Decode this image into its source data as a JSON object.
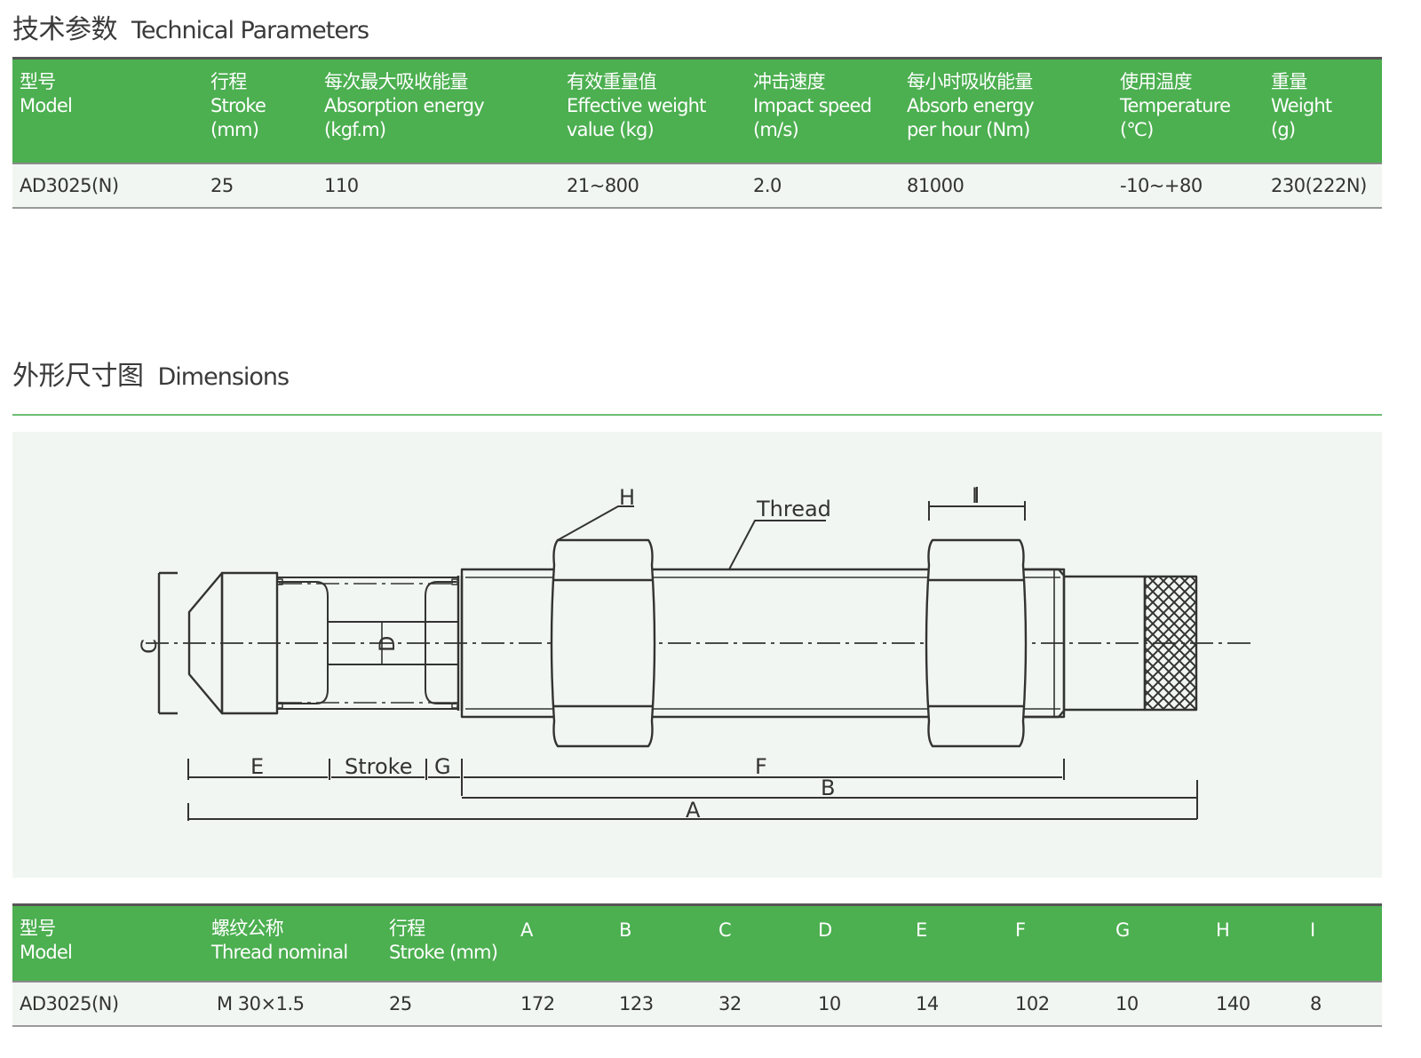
{
  "section1": {
    "title_cn": "技术参数",
    "title_en": "Technical Parameters"
  },
  "tech_table": {
    "headers": [
      {
        "cn": "型号",
        "en1": "Model",
        "en2": ""
      },
      {
        "cn": "行程",
        "en1": "Stroke",
        "en2": "(mm)"
      },
      {
        "cn": "每次最大吸收能量",
        "en1": "Absorption energy",
        "en2": "(kgf.m)"
      },
      {
        "cn": "有效重量值",
        "en1": "Effective weight",
        "en2": "value (kg)"
      },
      {
        "cn": "冲击速度",
        "en1": "Impact speed",
        "en2": "(m/s)"
      },
      {
        "cn": "每小时吸收能量",
        "en1": "Absorb energy",
        "en2": "per hour (Nm)"
      },
      {
        "cn": "使用温度",
        "en1": "Temperature",
        "en2": "(℃)"
      },
      {
        "cn": "重量",
        "en1": "Weight",
        "en2": "(g)"
      }
    ],
    "row": [
      "AD3025(N)",
      "25",
      "110",
      "21~800",
      "2.0",
      "81000",
      "-10~+80",
      "230(222N)"
    ]
  },
  "section2": {
    "title_cn": "外形尺寸图",
    "title_en": "Dimensions"
  },
  "drawing_labels": {
    "H": "H",
    "thread": "Thread",
    "I": "I",
    "C": "C",
    "D": "D",
    "E": "E",
    "stroke": "Stroke",
    "G": "G",
    "F": "F",
    "B": "B",
    "A": "A"
  },
  "dim_table": {
    "headers": [
      {
        "cn": "型号",
        "en": "Model"
      },
      {
        "cn": "螺纹公称",
        "en": "Thread nominal"
      },
      {
        "cn": "行程",
        "en": "Stroke (mm)"
      },
      {
        "cn": "A",
        "en": ""
      },
      {
        "cn": "B",
        "en": ""
      },
      {
        "cn": "C",
        "en": ""
      },
      {
        "cn": "D",
        "en": ""
      },
      {
        "cn": "E",
        "en": ""
      },
      {
        "cn": "F",
        "en": ""
      },
      {
        "cn": "G",
        "en": ""
      },
      {
        "cn": "H",
        "en": ""
      },
      {
        "cn": "I",
        "en": ""
      }
    ],
    "row": [
      "AD3025(N)",
      "M 30×1.5",
      "25",
      "172",
      "123",
      "32",
      "10",
      "14",
      "102",
      "10",
      "140",
      "8"
    ]
  },
  "colors": {
    "header_green": "#4caf50",
    "row_bg": "#f1f6f2",
    "rule_green": "#6cbf73"
  }
}
